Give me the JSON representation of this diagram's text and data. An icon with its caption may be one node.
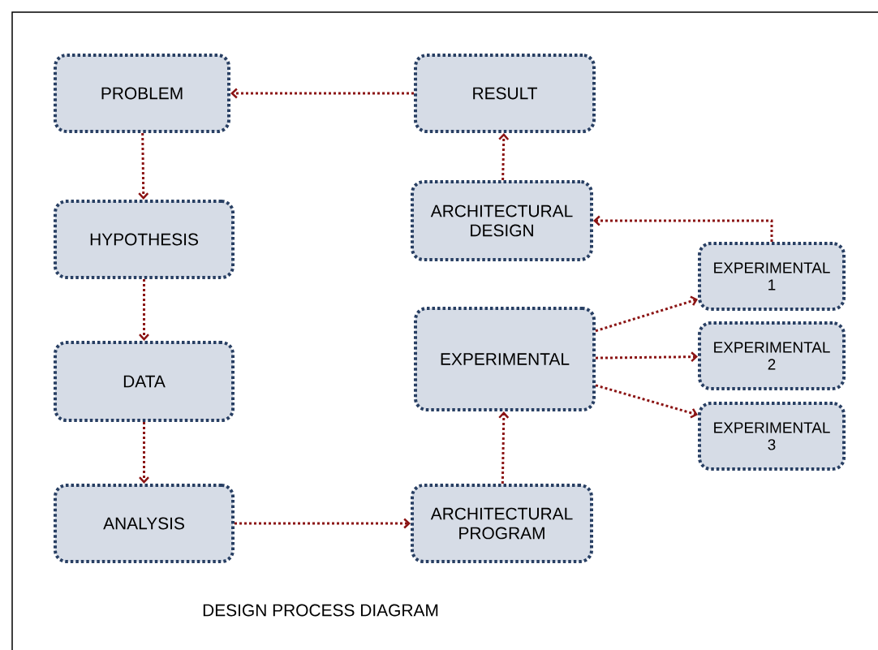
{
  "diagram": {
    "caption": "DESIGN PROCESS DIAGRAM",
    "nodes": [
      {
        "text": [
          "PROBLEM"
        ]
      },
      {
        "text": [
          "RESULT"
        ]
      },
      {
        "text": [
          "HYPOTHESIS"
        ]
      },
      {
        "text": [
          "ARCHITECTURAL DESIGN"
        ]
      },
      {
        "text": [
          "EXPERIMENTAL 1"
        ]
      },
      {
        "text": [
          "EXPERIMENTAL"
        ]
      },
      {
        "text": [
          "EXPERIMENTAL 2"
        ]
      },
      {
        "text": [
          "DATA"
        ]
      },
      {
        "text": [
          "EXPERIMENTAL 3"
        ]
      },
      {
        "text": [
          "ANALYSIS"
        ]
      },
      {
        "text": [
          "ARCHITECTURAL PROGRAM"
        ]
      }
    ],
    "edges": [
      {
        "from": 1,
        "to": 0,
        "arrow": "to"
      },
      {
        "from": 0,
        "to": 2,
        "arrow": "to"
      },
      {
        "from": 2,
        "to": 7,
        "arrow": "to"
      },
      {
        "from": 7,
        "to": 9,
        "arrow": "to"
      },
      {
        "from": 9,
        "to": 10,
        "arrow": "to"
      },
      {
        "from": 10,
        "to": 5,
        "arrow": "to"
      },
      {
        "from": 5,
        "to": 4,
        "arrow": "to"
      },
      {
        "from": 5,
        "to": 6,
        "arrow": "to"
      },
      {
        "from": 5,
        "to": 8,
        "arrow": "to"
      },
      {
        "from": 4,
        "to": 3,
        "arrow": "to"
      },
      {
        "from": 3,
        "to": 1,
        "arrow": "to"
      }
    ]
  }
}
